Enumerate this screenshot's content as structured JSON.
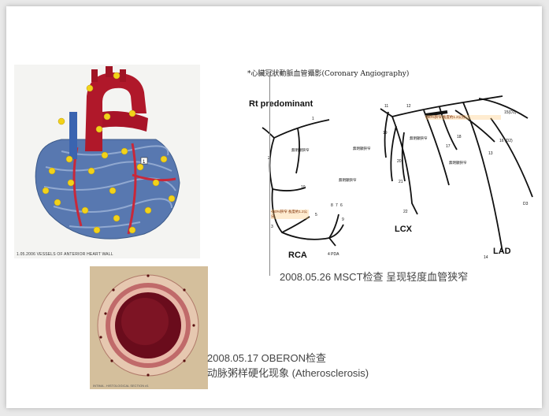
{
  "heart": {
    "caption": "1.05.2006 VESSELS OF ANTERIOR HEART WALL",
    "marker": "1"
  },
  "angio": {
    "title": "*心臟冠狀動脈血管攝影(Coronary Angiography)",
    "rt_predominant": "Rt predominant",
    "rca": "RCA",
    "lcx": "LCX",
    "lad": "LAD",
    "segments": [
      "1",
      "2",
      "3",
      "4 PDA",
      "5",
      "6",
      "7",
      "8",
      "9",
      "10",
      "11",
      "12",
      "13",
      "14",
      "15(D1)",
      "16 (D2)",
      "17",
      "18",
      "19",
      "20",
      "21",
      "22",
      "D3"
    ],
    "note_normal": "無明顯狹窄",
    "note_rca": "<50%狹窄 長度約1.2公分",
    "note_lad": "<50%狹窄 長度約1.2公分"
  },
  "histo": {
    "caption": "INTIMA - HISTOLOGICAL SECTION #1"
  },
  "caption1": "2008.05.26 MSCT检查 呈现轻度血管狭窄",
  "caption2_line1": "2008.05.17 OBERON检查",
  "caption2_line2": "动脉粥样硬化现象 (Atherosclerosis)",
  "colors": {
    "aorta": "#b0182a",
    "vein_blue": "#5878b0",
    "plaque_yellow": "#f2d21a",
    "vessel_ring": "#c46a6a",
    "lumen": "#7a1020"
  }
}
